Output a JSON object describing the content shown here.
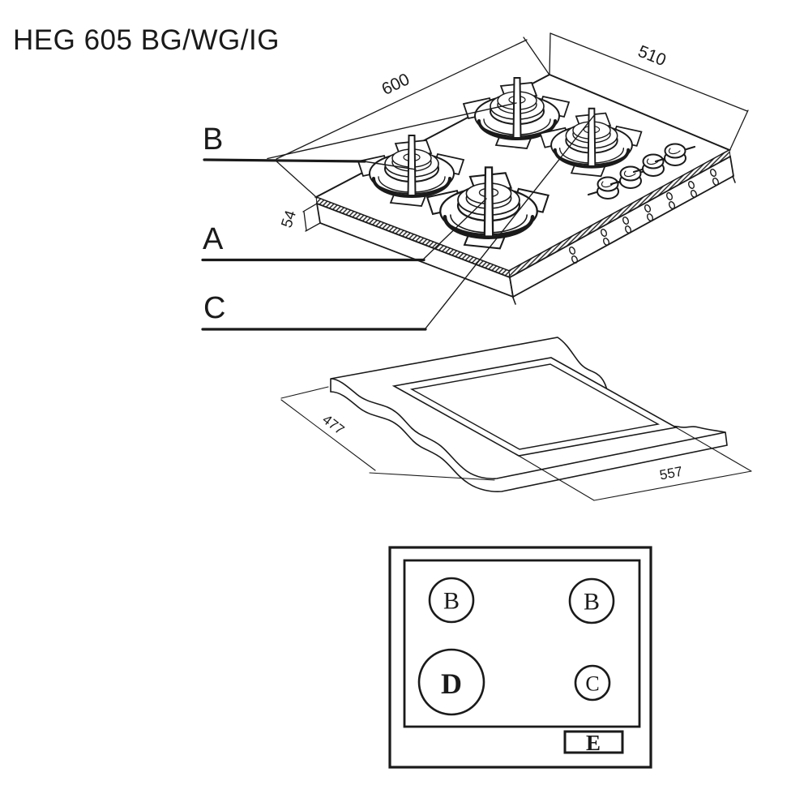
{
  "colors": {
    "ink": "#1a1a1a",
    "background": "#ffffff"
  },
  "title": "HEG 605 BG/WG/IG",
  "isometric_view": {
    "part_labels": [
      {
        "id": "b",
        "text": "B"
      },
      {
        "id": "a",
        "text": "A"
      },
      {
        "id": "c",
        "text": "C"
      }
    ],
    "dimensions": {
      "width_mm": "600",
      "depth_mm": "510",
      "height_mm": "54"
    }
  },
  "cutout_view": {
    "dimensions": {
      "cutout_depth_mm": "477",
      "cutout_width_mm": "557"
    }
  },
  "layout_view": {
    "burners": [
      {
        "position": "back-left",
        "label": "B"
      },
      {
        "position": "back-right",
        "label": "B"
      },
      {
        "position": "front-left",
        "label": "D"
      },
      {
        "position": "front-right",
        "label": "C"
      }
    ],
    "control_panel": {
      "label": "E"
    }
  }
}
